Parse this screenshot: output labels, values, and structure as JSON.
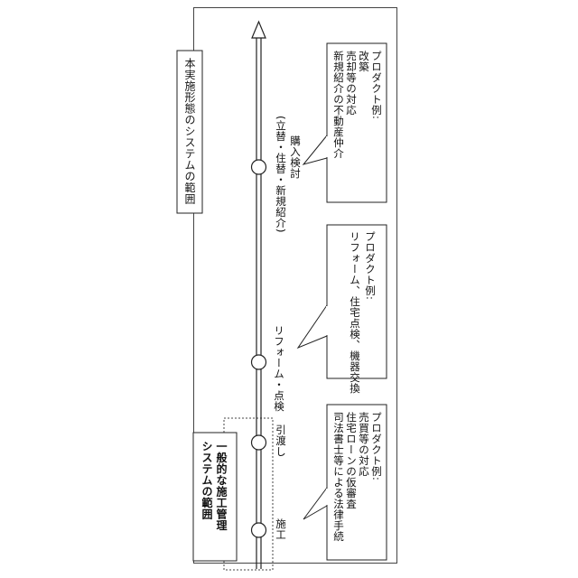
{
  "scope_label": "本実施形態のシステムの範囲",
  "general_scope": {
    "line1": "一般的な施工管理",
    "line2": "システムの範囲"
  },
  "milestones": [
    {
      "label": "施工"
    },
    {
      "label": "引渡し"
    },
    {
      "label": "リフォーム・点検"
    },
    {
      "label_line1": "購入検討",
      "label_line2": "(立替・住替・新規紹介)"
    }
  ],
  "product_boxes": [
    {
      "line1": "プロダクト例:",
      "line2": "売買等の対応",
      "line3": "住宅ローンの仮審査",
      "line4": "司法書士等による法律手続"
    },
    {
      "line1": "プロダクト例:",
      "line2": "リフォーム、住宅点検、機器交換"
    },
    {
      "line1": "プロダクト例:",
      "line2": "改築",
      "line3": "売却等の対応",
      "line4": "新規紹介の不動産仲介"
    }
  ]
}
